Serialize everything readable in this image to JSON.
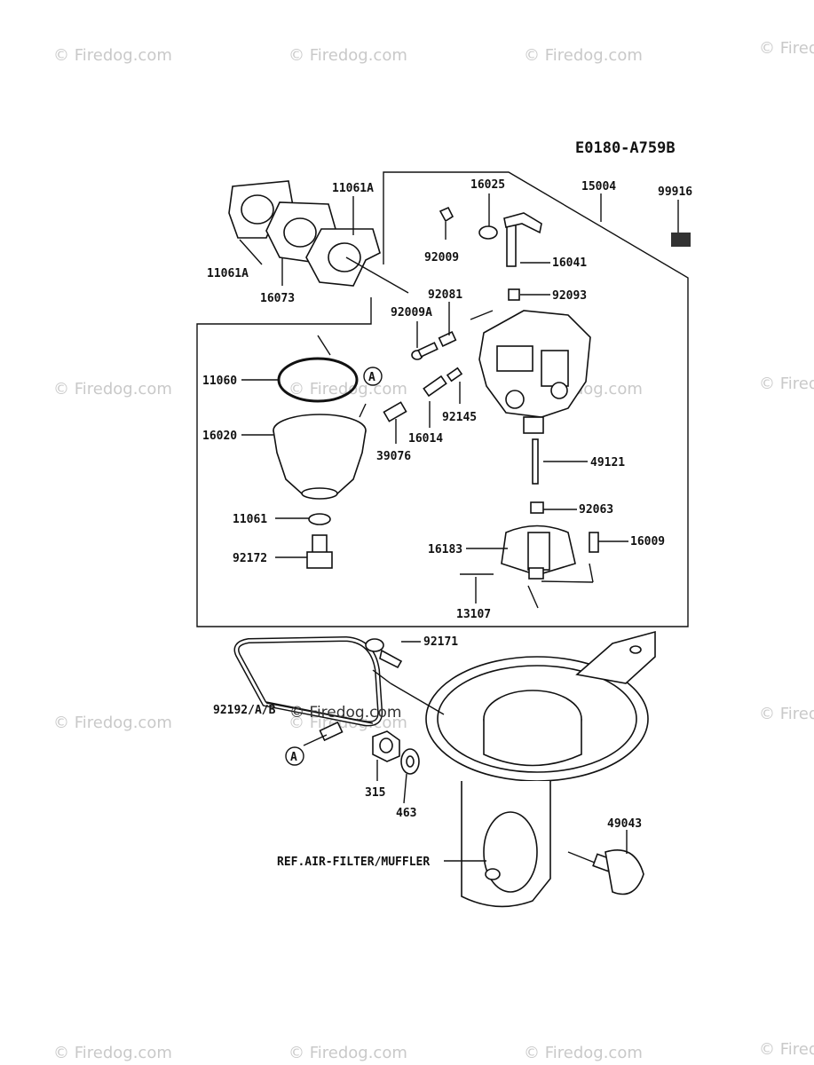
{
  "diagram_code": "E0180-A759B",
  "watermark": "© Firedog.com",
  "callout_A": "A",
  "ref_label": "REF.AIR-FILTER/MUFFLER",
  "parts": {
    "p11061A_right": "11061A",
    "p11061A_left": "11061A",
    "p16073": "16073",
    "p16025": "16025",
    "p15004": "15004",
    "p99916": "99916",
    "p92009": "92009",
    "p16041": "16041",
    "p92081": "92081",
    "p92093": "92093",
    "p92009A": "92009A",
    "p11060": "11060",
    "p16014": "16014",
    "p92145": "92145",
    "p16020": "16020",
    "p39076": "39076",
    "p49121": "49121",
    "p92063": "92063",
    "p11061": "11061",
    "p16183": "16183",
    "p16009": "16009",
    "p92172": "92172",
    "p13107": "13107",
    "p92171": "92171",
    "p92192": "92192/A/B",
    "p315": "315",
    "p463": "463",
    "p49043": "49043"
  }
}
